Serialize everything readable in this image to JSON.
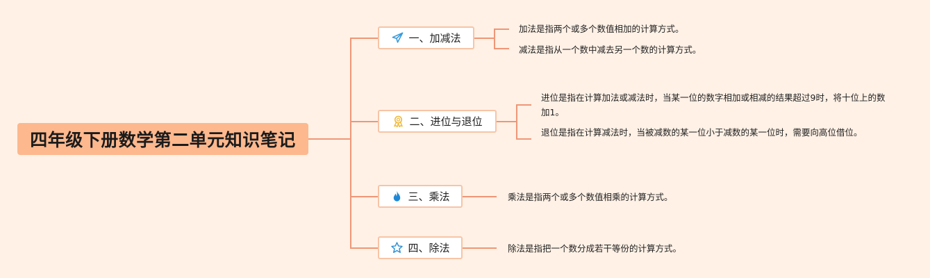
{
  "title": "四年级下册数学第二单元知识笔记",
  "branches": [
    {
      "label": "一、加减法",
      "icon": "paper-plane-icon",
      "notes": [
        "加法是指两个或多个数值相加的计算方式。",
        "减法是指从一个数中减去另一个数的计算方式。"
      ]
    },
    {
      "label": "二、进位与退位",
      "icon": "award-icon",
      "notes": [
        "进位是指在计算加法或减法时，当某一位的数字相加或相减的结果超过9时，将十位上的数加1。",
        "退位是指在计算减法时，当被减数的某一位小于减数的某一位时，需要向高位借位。"
      ]
    },
    {
      "label": "三、乘法",
      "icon": "flame-icon",
      "notes": [
        "乘法是指两个或多个数值相乘的计算方式。"
      ]
    },
    {
      "label": "四、除法",
      "icon": "star-icon",
      "notes": [
        "除法是指把一个数分成若干等份的计算方式。"
      ]
    }
  ],
  "colors": {
    "background": "#fff1e6",
    "root": "#fdb88e",
    "connector": "#ef9677",
    "border": "#f7c4a6"
  }
}
